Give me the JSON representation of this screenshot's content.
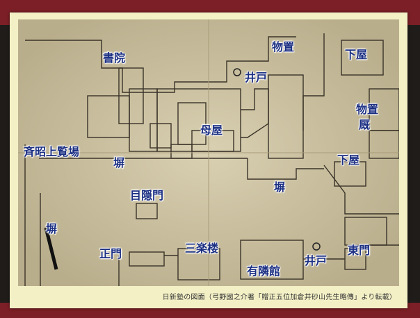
{
  "labels": {
    "shoin": "書院",
    "monooki_top": "物置",
    "shimoya_top": "下屋",
    "ido_top": "井戸",
    "monooki_right": "物置",
    "hisashi": "厩",
    "omoya": "母屋",
    "saisho_jorankjo": "斉昭上覧場",
    "hei_left": "塀",
    "shimoya_right": "下屋",
    "hei_center": "塀",
    "mekakushimon": "目隠門",
    "hei_bottom_left": "塀",
    "seimon": "正門",
    "sanrakuro": "三楽楼",
    "yurinkan": "有隣館",
    "ido_bottom": "井戸",
    "tomon": "東門"
  },
  "caption": "日新塾の図面（弓野國之介著「贈正五位加倉井砂山先生略傳」より転載）",
  "colors": {
    "label": "#1b2f83",
    "band": "#7c1f26",
    "frame": "#f3f0c6",
    "paper": "#cfc5a5"
  }
}
